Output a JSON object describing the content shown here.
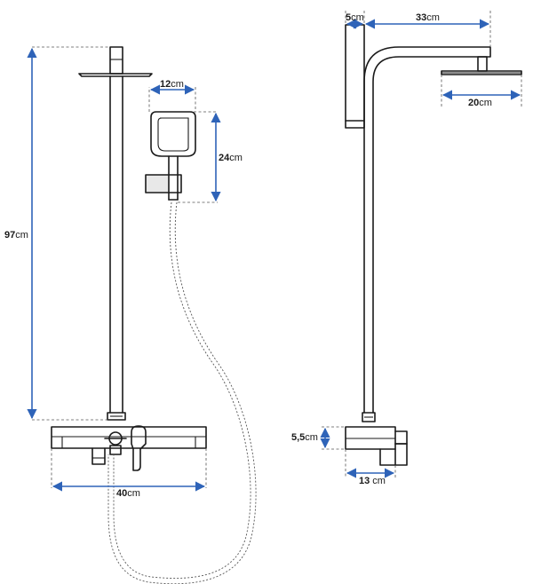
{
  "dimensions": {
    "height": {
      "value": "97",
      "unit": "cm"
    },
    "handshower_width": {
      "value": "12",
      "unit": "cm"
    },
    "handshower_length": {
      "value": "24",
      "unit": "cm"
    },
    "base_width": {
      "value": "40",
      "unit": "cm"
    },
    "wall_offset": {
      "value": "5",
      "unit": "cm"
    },
    "arm_length": {
      "value": "33",
      "unit": "cm"
    },
    "head_diameter": {
      "value": "20",
      "unit": "cm"
    },
    "mixer_height": {
      "value": "5,5",
      "unit": "cm"
    },
    "mixer_depth": {
      "value": "13",
      "unit": " cm"
    }
  },
  "colors": {
    "outline": "#1a1a1a",
    "dimension_arrow": "#2e63b8"
  }
}
